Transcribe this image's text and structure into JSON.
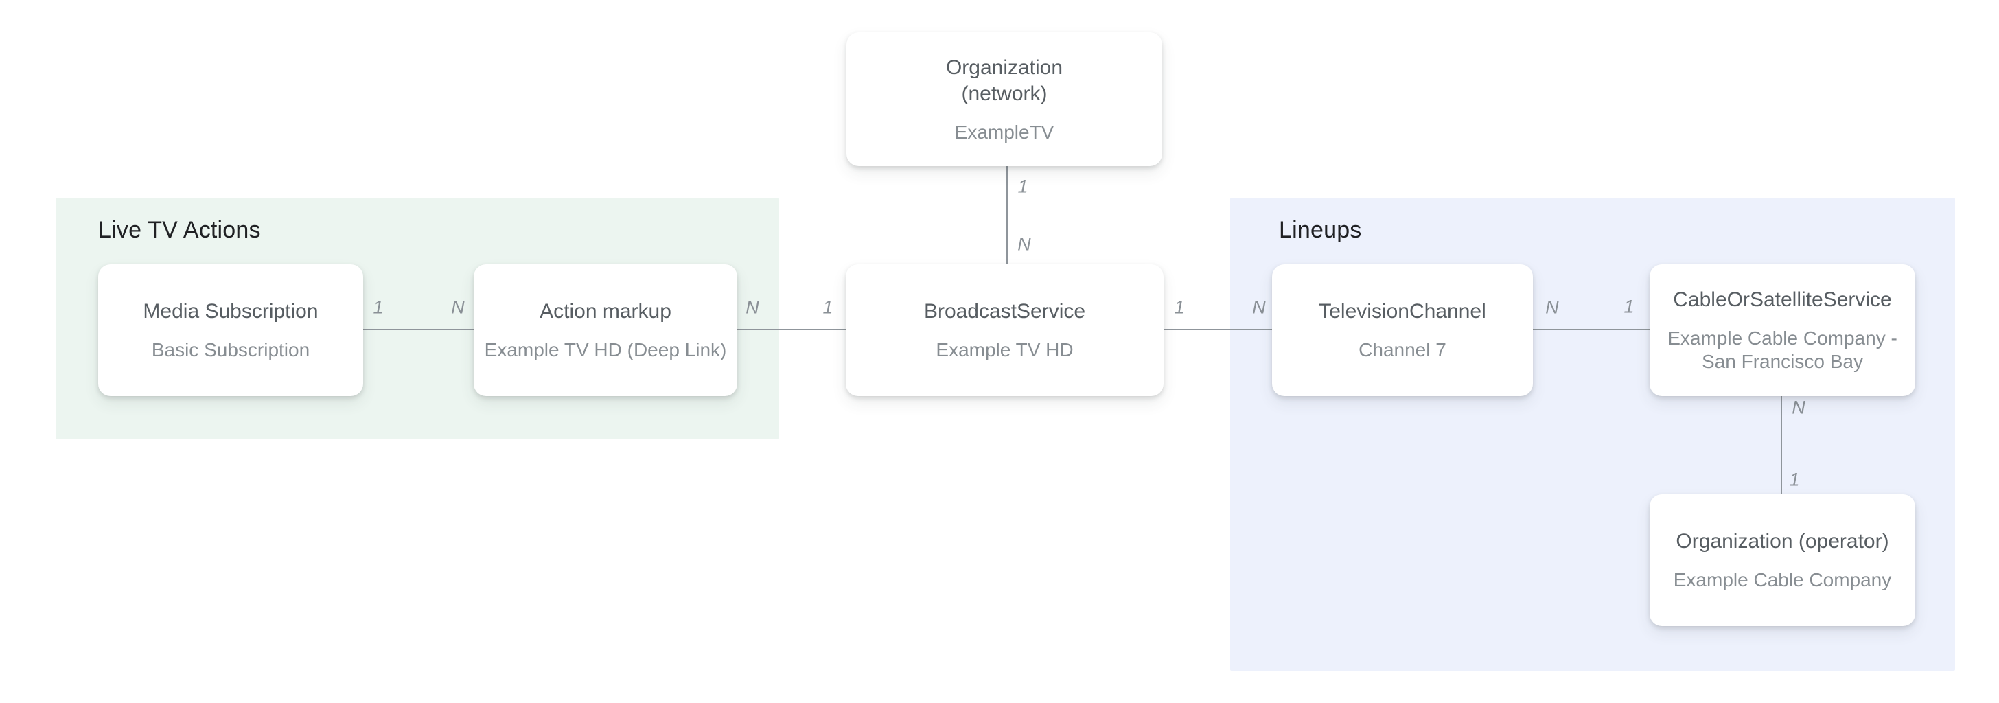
{
  "diagram": {
    "regions": [
      {
        "id": "live-tv-actions",
        "label": "Live TV Actions"
      },
      {
        "id": "lineups",
        "label": "Lineups"
      }
    ],
    "nodes": [
      {
        "id": "organization-network",
        "title": "Organization (network)",
        "subtitle": "ExampleTV"
      },
      {
        "id": "media-subscription",
        "title": "Media Subscription",
        "subtitle": "Basic Subscription"
      },
      {
        "id": "action-markup",
        "title": "Action markup",
        "subtitle": "Example TV HD (Deep Link)"
      },
      {
        "id": "broadcast-service",
        "title": "BroadcastService",
        "subtitle": "Example TV HD"
      },
      {
        "id": "television-channel",
        "title": "TelevisionChannel",
        "subtitle": "Channel 7"
      },
      {
        "id": "cable-or-satellite-service",
        "title": "CableOrSatelliteService",
        "subtitle": "Example Cable Company - San Francisco Bay"
      },
      {
        "id": "organization-operator",
        "title": "Organization (operator)",
        "subtitle": "Example Cable Company"
      }
    ],
    "connectors": [
      {
        "from": "organization-network",
        "to": "broadcast-service",
        "labels": [
          "1",
          "N"
        ]
      },
      {
        "from": "media-subscription",
        "to": "action-markup",
        "labels": [
          "1",
          "N"
        ]
      },
      {
        "from": "action-markup",
        "to": "broadcast-service",
        "labels": [
          "N",
          "1"
        ]
      },
      {
        "from": "broadcast-service",
        "to": "television-channel",
        "labels": [
          "1",
          "N"
        ]
      },
      {
        "from": "television-channel",
        "to": "cable-or-satellite-service",
        "labels": [
          "N",
          "1"
        ]
      },
      {
        "from": "cable-or-satellite-service",
        "to": "organization-operator",
        "labels": [
          "N",
          "1"
        ]
      }
    ],
    "colors": {
      "live_tv_region_bg": "#ECF5F0",
      "lineups_region_bg": "#EDF1FC",
      "heading_text": "#202124",
      "node_title_text": "#575D62",
      "node_subtitle_text": "#878D92",
      "connector_line": "#8F959B",
      "edge_label_text": "#8A9096",
      "node_bg": "#FFFFFF",
      "page_bg": "#FFFFFF"
    }
  }
}
